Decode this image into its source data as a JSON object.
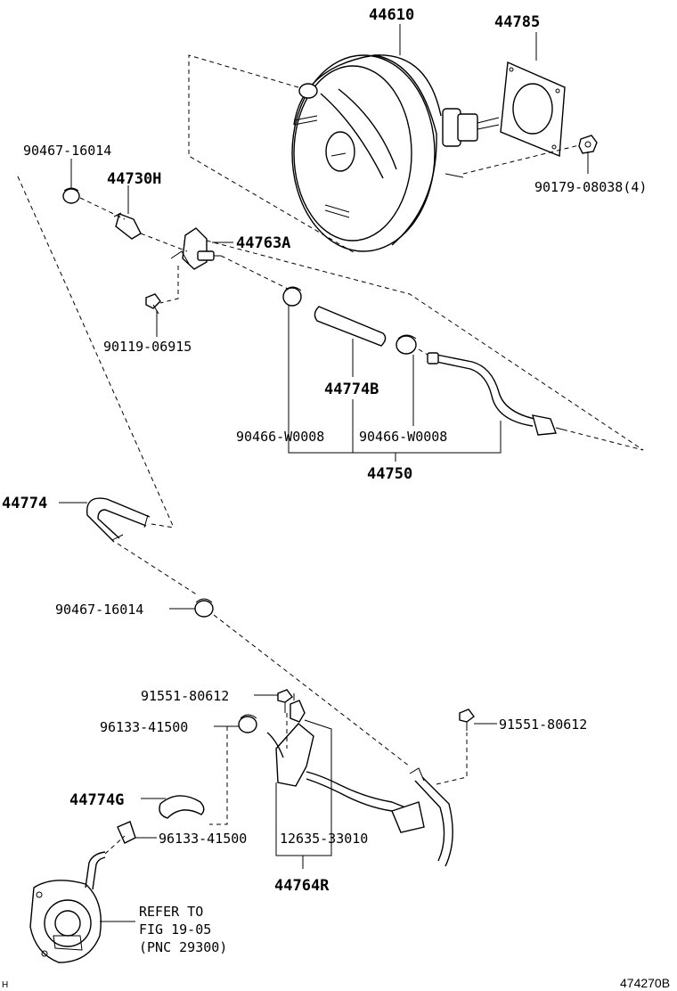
{
  "diagram_code": "474270B",
  "corner_mark": "H",
  "parts": {
    "booster": "44610",
    "gasket": "44785",
    "booster_nut": "90179-08038(4)",
    "clip_top": "90467-16014",
    "check_valve": "44730H",
    "bracket": "44763A",
    "bolt_bracket": "90119-06915",
    "hose_b": "44774B",
    "clamp_left": "90466-W0008",
    "clamp_right": "90466-W0008",
    "hose_assy": "44750",
    "hose_u": "44774",
    "clip_mid": "90467-16014",
    "bolt_left": "91551-80612",
    "bolt_right": "91551-80612",
    "clip_pump_top": "96133-41500",
    "hose_g": "44774G",
    "clip_pump_bottom": "96133-41500",
    "sensor": "12635-33010",
    "pipe_assy": "44764R"
  },
  "refer": {
    "line1": "REFER TO",
    "line2": "FIG 19-05",
    "line3": "(PNC 29300)"
  }
}
